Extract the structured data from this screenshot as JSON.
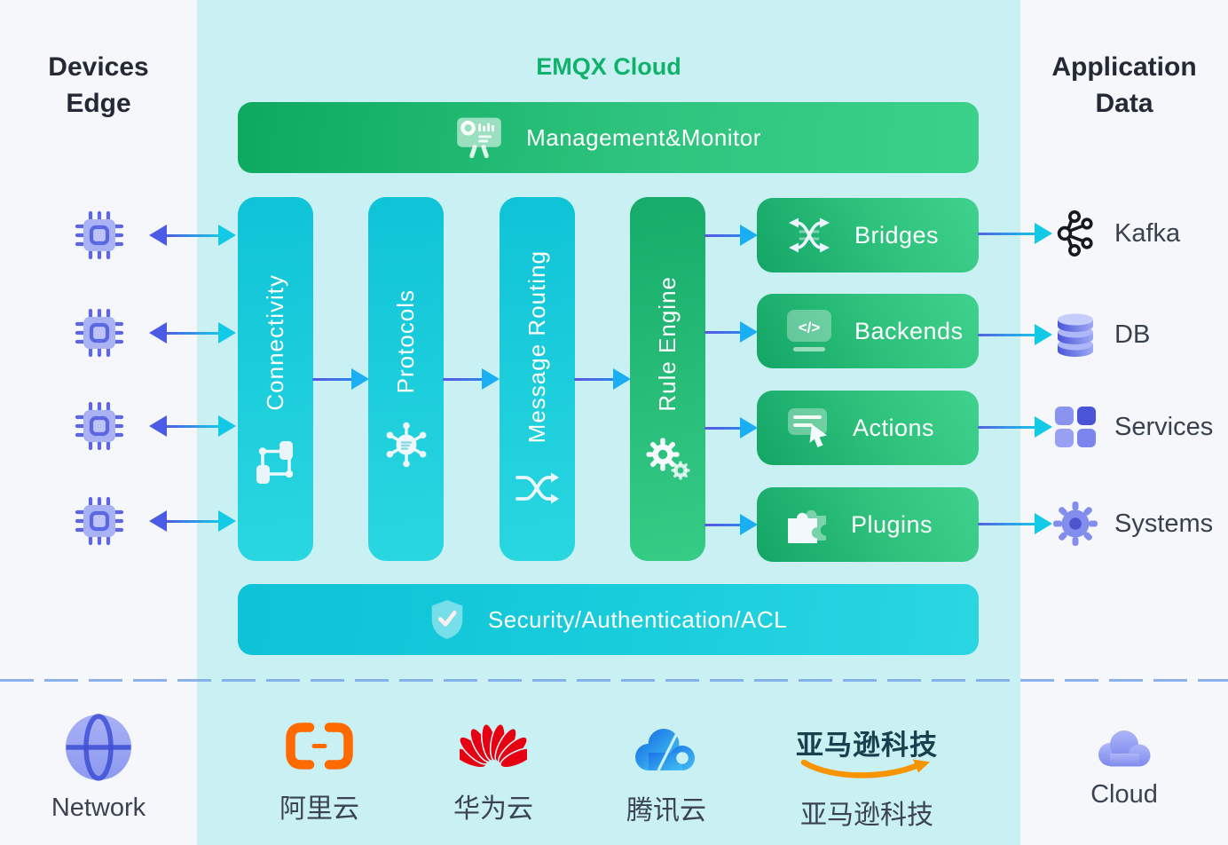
{
  "titles": {
    "devices_line1": "Devices",
    "devices_line2": "Edge",
    "center": "EMQX Cloud",
    "application_line1": "Application",
    "application_line2": "Data"
  },
  "management_banner": {
    "label": "Management&Monitor"
  },
  "security_banner": {
    "label": "Security/Authentication/ACL"
  },
  "pillars": [
    {
      "label": "Connectivity"
    },
    {
      "label": "Protocols"
    },
    {
      "label": "Message Routing"
    },
    {
      "label": "Rule Engine"
    }
  ],
  "outputs": [
    {
      "label": "Bridges"
    },
    {
      "label": "Backends",
      "icon_text": "</>"
    },
    {
      "label": "Actions"
    },
    {
      "label": "Plugins"
    }
  ],
  "applications": [
    {
      "label": "Kafka"
    },
    {
      "label": "DB"
    },
    {
      "label": "Services"
    },
    {
      "label": "Systems"
    }
  ],
  "devices": {
    "count": 4
  },
  "bottom_row": [
    {
      "label": "Network"
    },
    {
      "label": "阿里云"
    },
    {
      "label": "华为云"
    },
    {
      "label": "腾讯云"
    },
    {
      "label": "亚马逊科技",
      "logo_text": "亚马逊科技"
    },
    {
      "label": "Cloud"
    }
  ],
  "icons": {
    "management": "dashboard-monitor-icon",
    "security": "shield-check-icon",
    "device": "chip-icon",
    "pillar_icons": [
      "link-nodes-icon",
      "hub-spokes-icon",
      "shuffle-arrows-icon",
      "gears-icon"
    ],
    "output_icons": [
      "weave-arrows-icon",
      "code-icon",
      "message-cursor-icon",
      "puzzle-icon"
    ],
    "application_icons": [
      "kafka-icon",
      "database-icon",
      "grid-icon",
      "gear-icon"
    ],
    "bottom_icons": [
      "globe-icon",
      "alibaba-cloud-logo-icon",
      "huawei-logo-icon",
      "tencent-cloud-logo-icon",
      "amazon-smile-logo-icon",
      "cloud-icon"
    ]
  },
  "colors": {
    "panel_side": "#f5f7fb",
    "panel_center": "#c9f0f2",
    "accent_green_text": "#10b26b",
    "banner_green": "#0ca95f",
    "pillar_cyan": "#0fc3d7",
    "box_green": "#13a565",
    "arrow_indigo": "#4c5be4",
    "arrow_cyan": "#12c9e6",
    "arrow_azure": "#1aaef2",
    "device_indigo": "#5d67e2",
    "alibaba_orange": "#ff6a00",
    "huawei_red": "#e60012",
    "tencent_blue": "#1b74e4",
    "amazon_orange": "#f79400",
    "title_dark": "#242936",
    "label_gray": "#3b4352"
  }
}
